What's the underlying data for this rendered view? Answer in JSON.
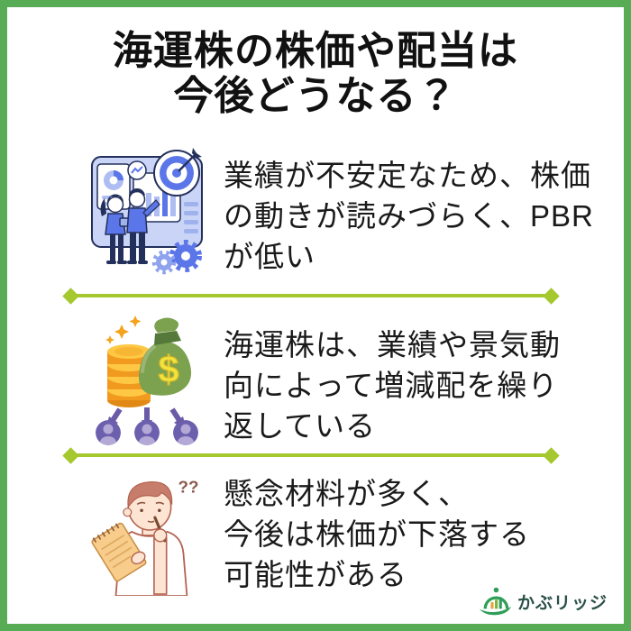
{
  "page": {
    "border_color": "#58ac55",
    "background_color": "#ffffff",
    "divider_color": "#a5c82e",
    "title_color": "#111111",
    "body_text_color": "#1a1a1a"
  },
  "title": {
    "line1": "海運株の株価や配当は",
    "line2": "今後どうなる？"
  },
  "sections": [
    {
      "illustration": "analytics-dashboard-illustration",
      "illustration_colors": {
        "main_blue": "#5b76e8",
        "light_blue": "#c9d4f6",
        "outline_navy": "#24305c"
      },
      "lines": [
        "業績が不安定なため、株価",
        "の動きが読みづらく、PBR",
        "が低い"
      ]
    },
    {
      "illustration": "dividend-distribution-illustration",
      "illustration_colors": {
        "coin_orange": "#f19a1f",
        "bag_green": "#7ca24f",
        "arrow_purple": "#6a5aa8",
        "dollar_yellow": "#f2e23c"
      },
      "lines": [
        "海運株は、業績や景気動",
        "向によって増減配を繰り",
        "返している"
      ]
    },
    {
      "illustration": "thinking-man-illustration",
      "illustration_colors": {
        "hair_brown": "#c77d6b",
        "skin": "#fde4d3",
        "notepad_tan": "#f8cd8c",
        "outline": "#b2614e"
      },
      "lines": [
        "懸念材料が多く、",
        "今後は株価が下落する",
        "可能性がある"
      ]
    }
  ],
  "logo": {
    "text": "かぶリッジ",
    "icon": "kabu-ridge-dome-chart-icon",
    "icon_green": "#2f9e58",
    "text_color": "#2a5047"
  }
}
